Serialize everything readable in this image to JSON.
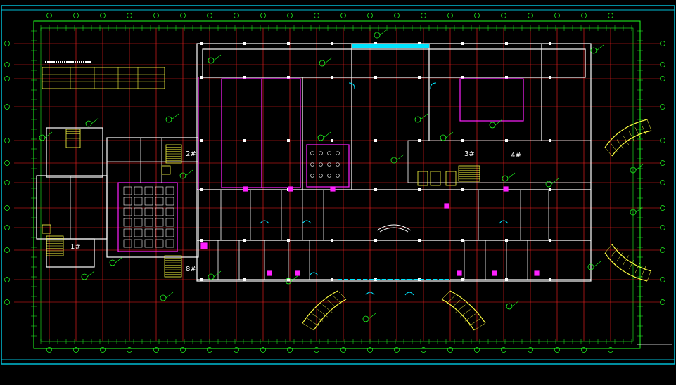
{
  "drawing": {
    "label_2": "2#",
    "label_3": "3#",
    "label_4": "4#",
    "label_1": "1#",
    "label_8": "8#",
    "footer_caption": "",
    "colors": {
      "background": "#000000",
      "frame": "#00bcd4",
      "grid_axis": "#ff2020",
      "walls": "#ffffff",
      "dimension": "#20ff20",
      "partition": "#ff20ff",
      "fixture": "#ffff40",
      "openings": "#00e5ff"
    }
  }
}
